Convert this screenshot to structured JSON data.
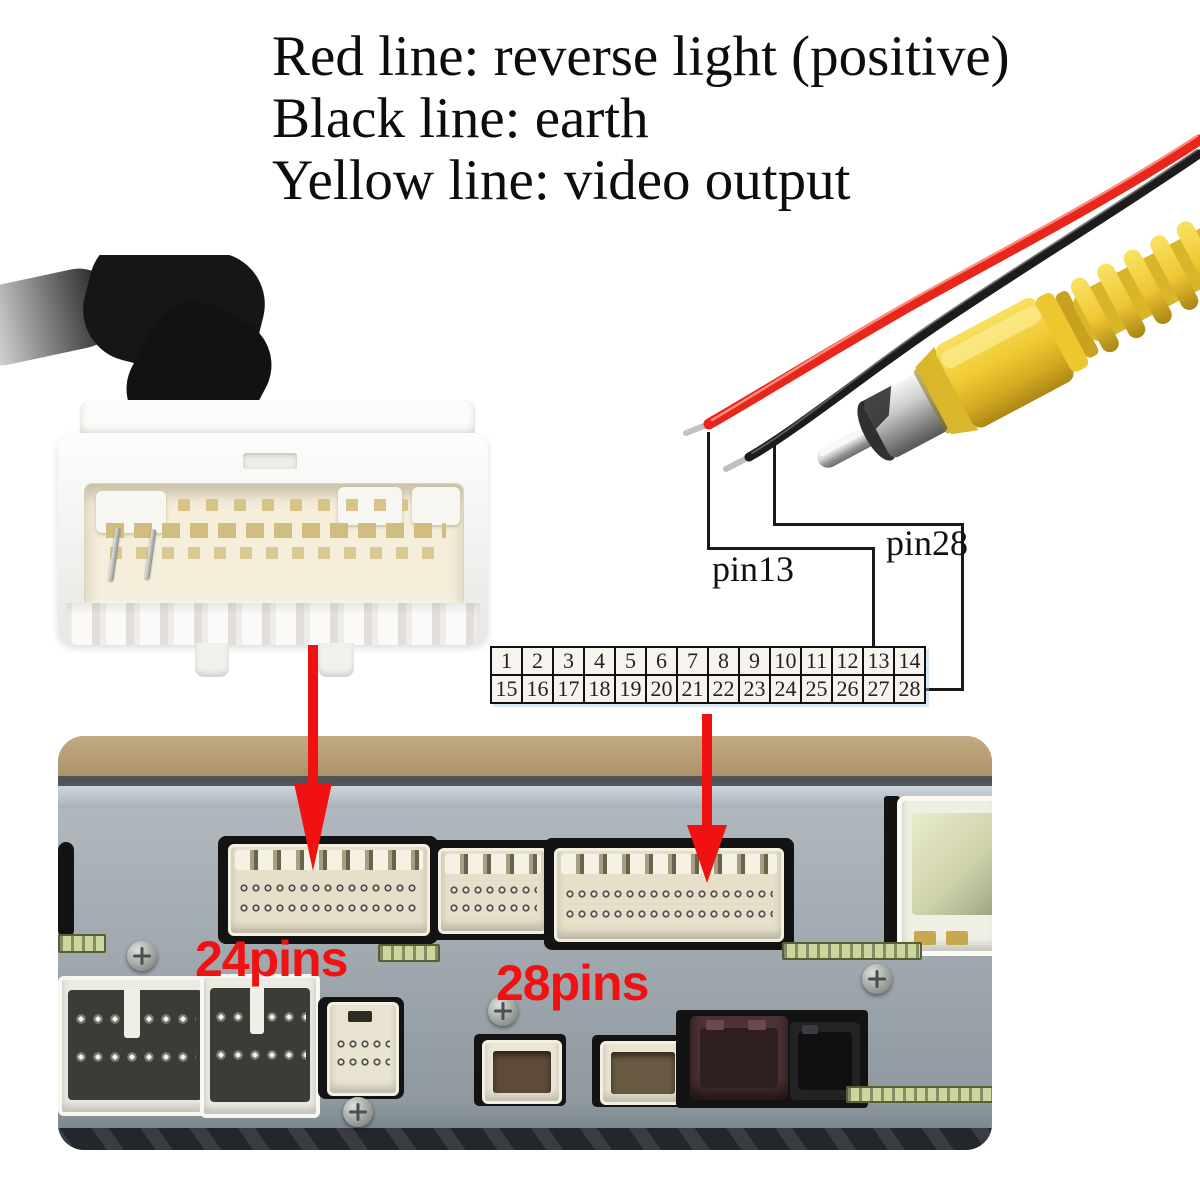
{
  "legend": {
    "lines": [
      "Red line: reverse light (positive)",
      "Black line: earth",
      "Yellow line: video output"
    ]
  },
  "pin_callouts": {
    "pin13": "pin13",
    "pin28": "pin28"
  },
  "pin_table": {
    "rows": [
      [
        "1",
        "2",
        "3",
        "4",
        "5",
        "6",
        "7",
        "8",
        "9",
        "10",
        "11",
        "12",
        "13",
        "14"
      ],
      [
        "15",
        "16",
        "17",
        "18",
        "19",
        "20",
        "21",
        "22",
        "23",
        "24",
        "25",
        "26",
        "27",
        "28"
      ]
    ]
  },
  "unit_photo": {
    "left_label": "24pins",
    "right_label": "28pins"
  },
  "colors": {
    "annotation_red": "#f01212",
    "callout_line": "#1a1a1a",
    "wire_red": "#e8271c",
    "wire_black": "#1c1c1c",
    "rca_yellow": "#eec72e",
    "table_cell_bg": "#f7f3ef"
  }
}
